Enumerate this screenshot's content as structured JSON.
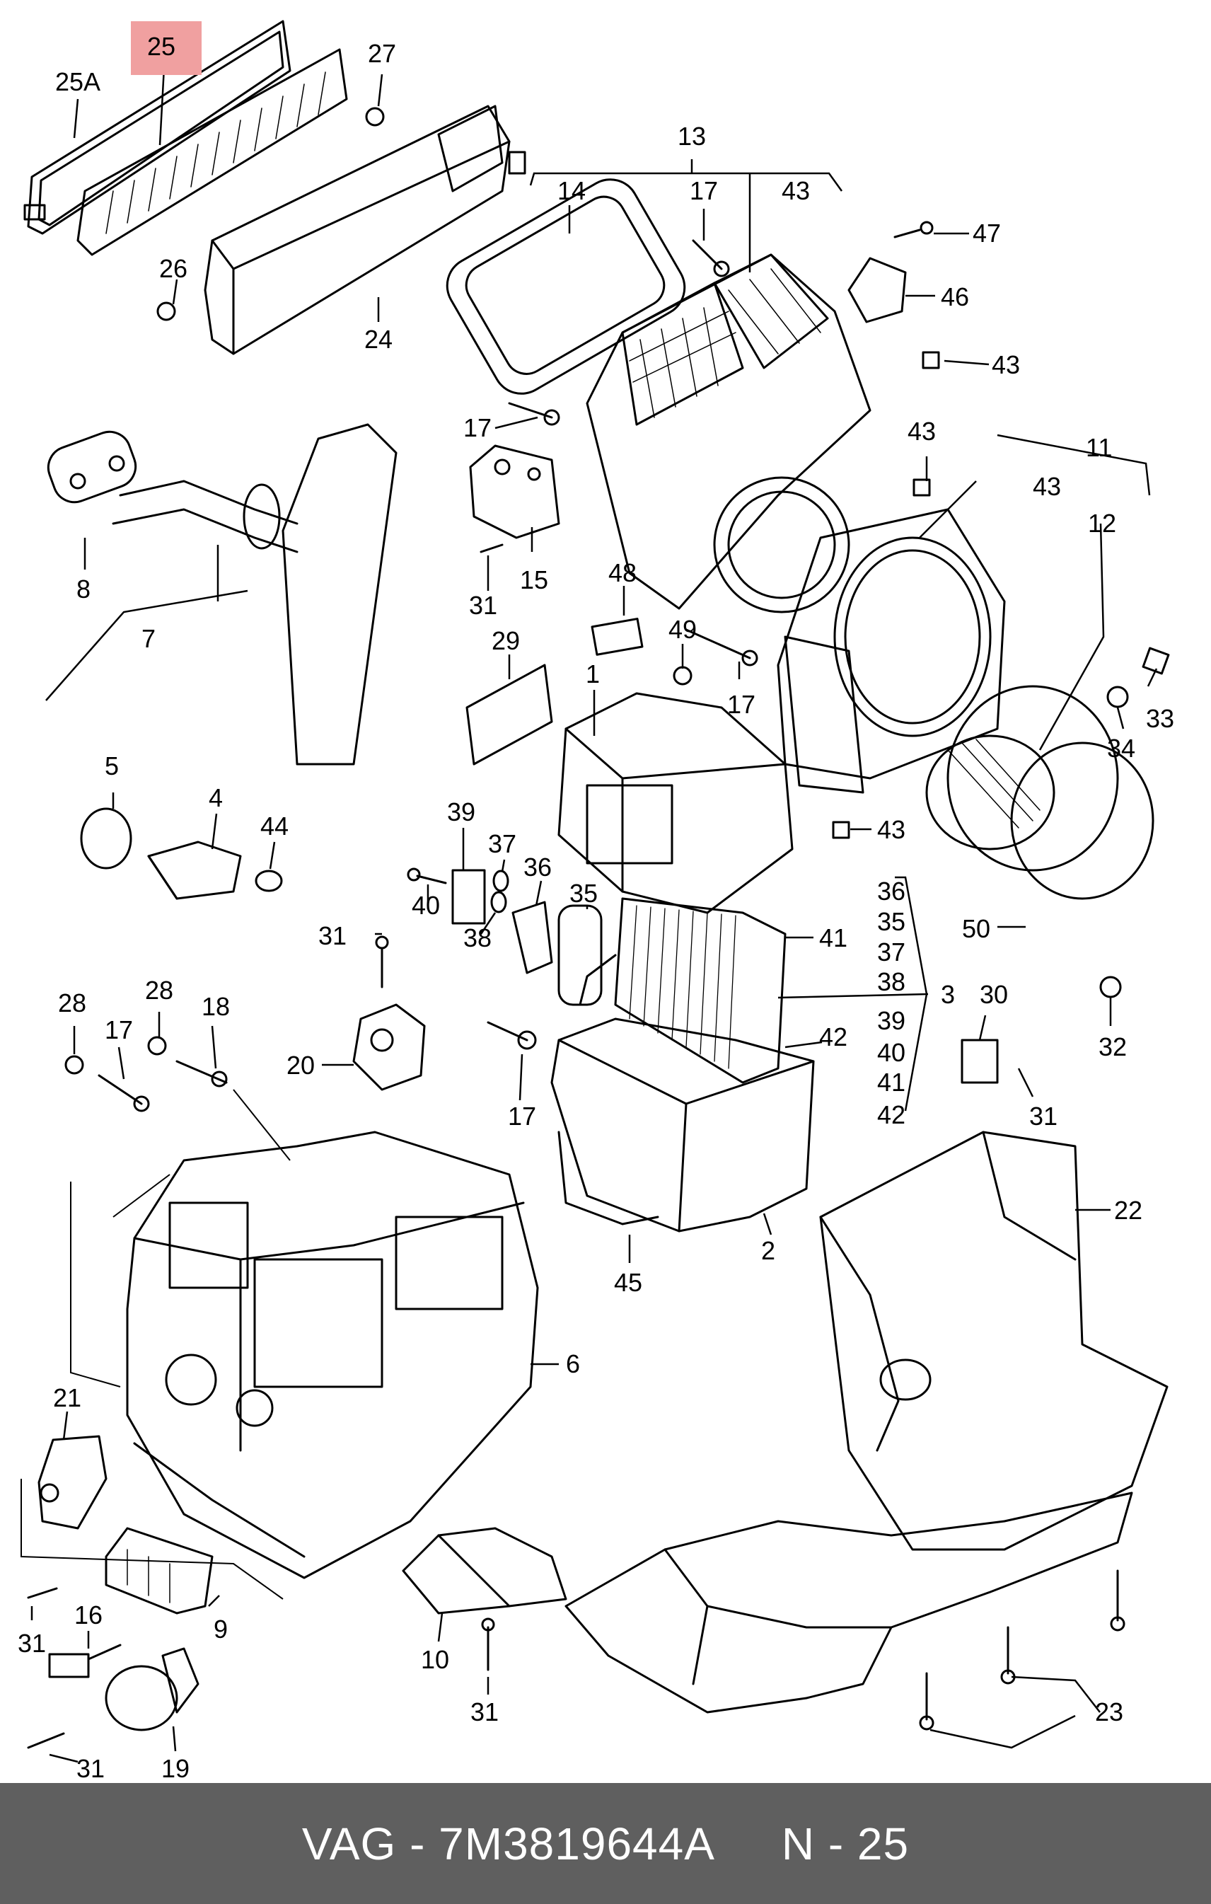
{
  "diagram": {
    "highlight_color": "#f0a0a0",
    "highlighted_part": "25",
    "callouts": [
      {
        "id": "c-25",
        "label": "25"
      },
      {
        "id": "c-25A",
        "label": "25A"
      },
      {
        "id": "c-27",
        "label": "27"
      },
      {
        "id": "c-13",
        "label": "13"
      },
      {
        "id": "c-14",
        "label": "14"
      },
      {
        "id": "c-17a",
        "label": "17"
      },
      {
        "id": "c-43a",
        "label": "43"
      },
      {
        "id": "c-47",
        "label": "47"
      },
      {
        "id": "c-46",
        "label": "46"
      },
      {
        "id": "c-26",
        "label": "26"
      },
      {
        "id": "c-24",
        "label": "24"
      },
      {
        "id": "c-43b",
        "label": "43"
      },
      {
        "id": "c-17b",
        "label": "17"
      },
      {
        "id": "c-43c",
        "label": "43"
      },
      {
        "id": "c-11",
        "label": "11"
      },
      {
        "id": "c-43d",
        "label": "43"
      },
      {
        "id": "c-12",
        "label": "12"
      },
      {
        "id": "c-8",
        "label": "8"
      },
      {
        "id": "c-7",
        "label": "7"
      },
      {
        "id": "c-31a",
        "label": "31"
      },
      {
        "id": "c-15",
        "label": "15"
      },
      {
        "id": "c-48",
        "label": "48"
      },
      {
        "id": "c-29",
        "label": "29"
      },
      {
        "id": "c-1",
        "label": "1"
      },
      {
        "id": "c-49",
        "label": "49"
      },
      {
        "id": "c-17c",
        "label": "17"
      },
      {
        "id": "c-33",
        "label": "33"
      },
      {
        "id": "c-34",
        "label": "34"
      },
      {
        "id": "c-5",
        "label": "5"
      },
      {
        "id": "c-4",
        "label": "4"
      },
      {
        "id": "c-44",
        "label": "44"
      },
      {
        "id": "c-39",
        "label": "39"
      },
      {
        "id": "c-37a",
        "label": "37"
      },
      {
        "id": "c-36a",
        "label": "36"
      },
      {
        "id": "c-43e",
        "label": "43"
      },
      {
        "id": "c-40",
        "label": "40"
      },
      {
        "id": "c-35a",
        "label": "35"
      },
      {
        "id": "c-38a",
        "label": "38"
      },
      {
        "id": "c-41a",
        "label": "41"
      },
      {
        "id": "c-36b",
        "label": "36"
      },
      {
        "id": "c-35b",
        "label": "35"
      },
      {
        "id": "c-37b",
        "label": "37"
      },
      {
        "id": "c-38b",
        "label": "38"
      },
      {
        "id": "c-3",
        "label": "3"
      },
      {
        "id": "c-39b",
        "label": "39"
      },
      {
        "id": "c-40b",
        "label": "40"
      },
      {
        "id": "c-41b",
        "label": "41"
      },
      {
        "id": "c-42b",
        "label": "42"
      },
      {
        "id": "c-50",
        "label": "50"
      },
      {
        "id": "c-31b",
        "label": "31"
      },
      {
        "id": "c-28a",
        "label": "28"
      },
      {
        "id": "c-28b",
        "label": "28"
      },
      {
        "id": "c-18",
        "label": "18"
      },
      {
        "id": "c-17d",
        "label": "17"
      },
      {
        "id": "c-20",
        "label": "20"
      },
      {
        "id": "c-42a",
        "label": "42"
      },
      {
        "id": "c-17e",
        "label": "17"
      },
      {
        "id": "c-30",
        "label": "30"
      },
      {
        "id": "c-32",
        "label": "32"
      },
      {
        "id": "c-31c",
        "label": "31"
      },
      {
        "id": "c-2",
        "label": "2"
      },
      {
        "id": "c-45",
        "label": "45"
      },
      {
        "id": "c-22",
        "label": "22"
      },
      {
        "id": "c-6",
        "label": "6"
      },
      {
        "id": "c-21",
        "label": "21"
      },
      {
        "id": "c-9",
        "label": "9"
      },
      {
        "id": "c-10",
        "label": "10"
      },
      {
        "id": "c-31d",
        "label": "31"
      },
      {
        "id": "c-16",
        "label": "16"
      },
      {
        "id": "c-31e",
        "label": "31"
      },
      {
        "id": "c-31f",
        "label": "31"
      },
      {
        "id": "c-23",
        "label": "23"
      },
      {
        "id": "c-19",
        "label": "19"
      },
      {
        "id": "c-31g",
        "label": "31"
      }
    ]
  },
  "footer": {
    "brand_part": "VAG - 7M3819644A",
    "ref": "N - 25"
  }
}
